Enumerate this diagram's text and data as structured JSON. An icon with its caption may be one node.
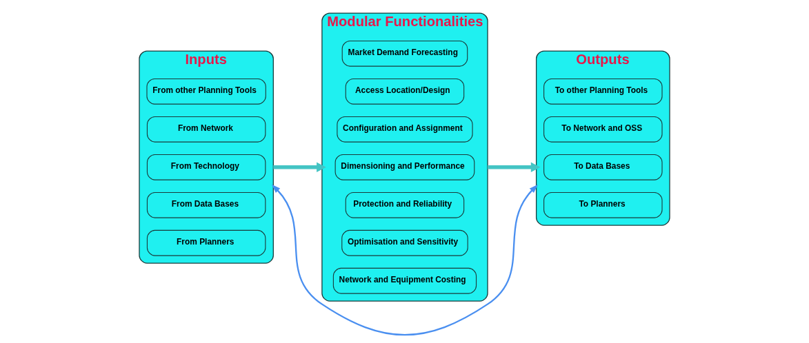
{
  "diagram": {
    "nodes": [
      {
        "text": [
          "Inputs"
        ]
      },
      {
        "text": [
          "From other Planning Tools"
        ],
        "in": 0
      },
      {
        "text": [
          "From Network"
        ],
        "in": 0
      },
      {
        "text": [
          "From Technology"
        ],
        "in": 0
      },
      {
        "text": [
          "From Data Bases"
        ],
        "in": 0
      },
      {
        "text": [
          "From Planners"
        ],
        "in": 0
      },
      {
        "text": [
          "Modular Functionalities"
        ]
      },
      {
        "text": [
          "Market Demand Forecasting"
        ],
        "in": 6
      },
      {
        "text": [
          "Access Location/Design"
        ],
        "in": 6
      },
      {
        "text": [
          "Configuration and Assignment"
        ],
        "in": 6
      },
      {
        "text": [
          "Dimensioning and Performance"
        ],
        "in": 6
      },
      {
        "text": [
          "Protection and Reliability"
        ],
        "in": 6
      },
      {
        "text": [
          "Optimisation and Sensitivity"
        ],
        "in": 6
      },
      {
        "text": [
          "Network and Equipment Costing"
        ],
        "in": 6
      },
      {
        "text": [
          "Outputs"
        ]
      },
      {
        "text": [
          "To other Planning Tools"
        ],
        "in": 14
      },
      {
        "text": [
          "To Network and OSS"
        ],
        "in": 14
      },
      {
        "text": [
          "To Data Bases"
        ],
        "in": 14
      },
      {
        "text": [
          "To Planners"
        ],
        "in": 14
      }
    ],
    "edges": [
      {
        "from": 0,
        "to": 6,
        "arrow": "to"
      },
      {
        "from": 6,
        "to": 14,
        "arrow": "to"
      },
      {
        "from": 14,
        "to": 0,
        "arrow": "both",
        "color": "#4a8ff0"
      }
    ]
  }
}
